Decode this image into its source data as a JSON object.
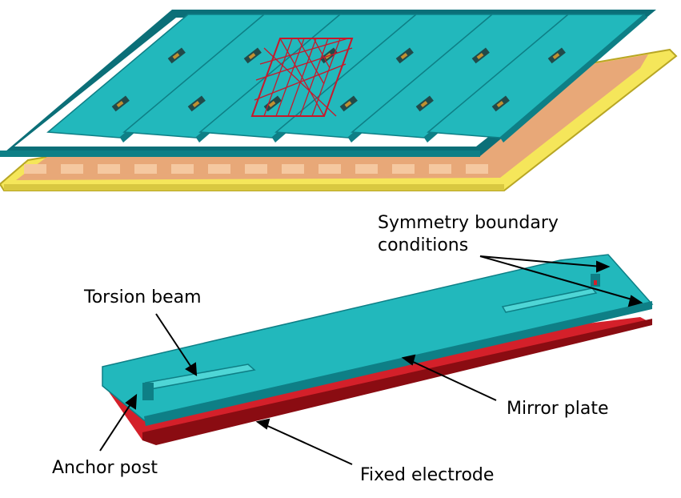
{
  "labels": {
    "symmetry_line1": "Symmetry boundary",
    "symmetry_line2": "conditions",
    "torsion_beam": "Torsion beam",
    "mirror_plate": "Mirror plate",
    "anchor_post": "Anchor post",
    "fixed_electrode": "Fixed electrode"
  },
  "colors": {
    "cyan": "#22b8bc",
    "cyan_light": "#4fd6d6",
    "cyan_dark": "#0e7f86",
    "frame_blue": "#0b6f78",
    "yellow": "#f5e65a",
    "yellow_edge": "#b8a624",
    "peach": "#e8a878",
    "red_electrode": "#d4202a",
    "red_dark": "#8a0c12",
    "mesh_red": "#c8182a",
    "slot_dark": "#214a4a",
    "hinge_gold": "#c09030"
  }
}
